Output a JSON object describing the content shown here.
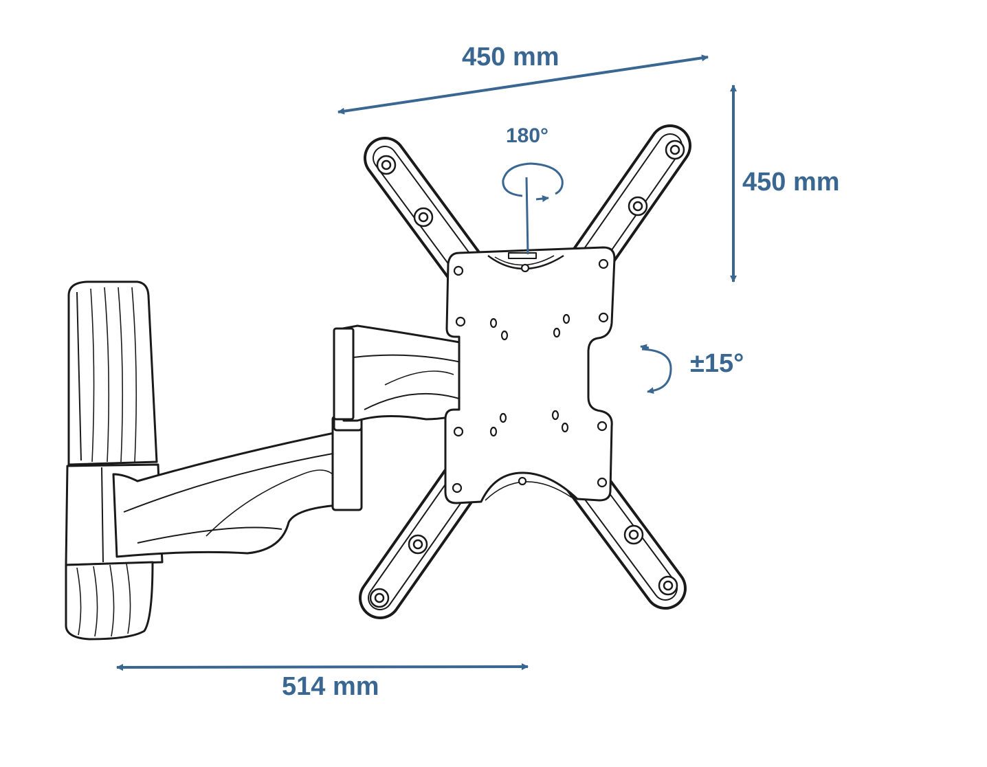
{
  "figure": {
    "subject": "tv-wall-mount-with-swivel-arm",
    "accent_color": "#3a6791",
    "line_color": "#1a1a1a"
  },
  "dimensions": {
    "vesa_width": "450 mm",
    "vesa_height": "450 mm",
    "arm_extension": "514 mm",
    "rotation": "180°",
    "tilt": "±15°"
  }
}
